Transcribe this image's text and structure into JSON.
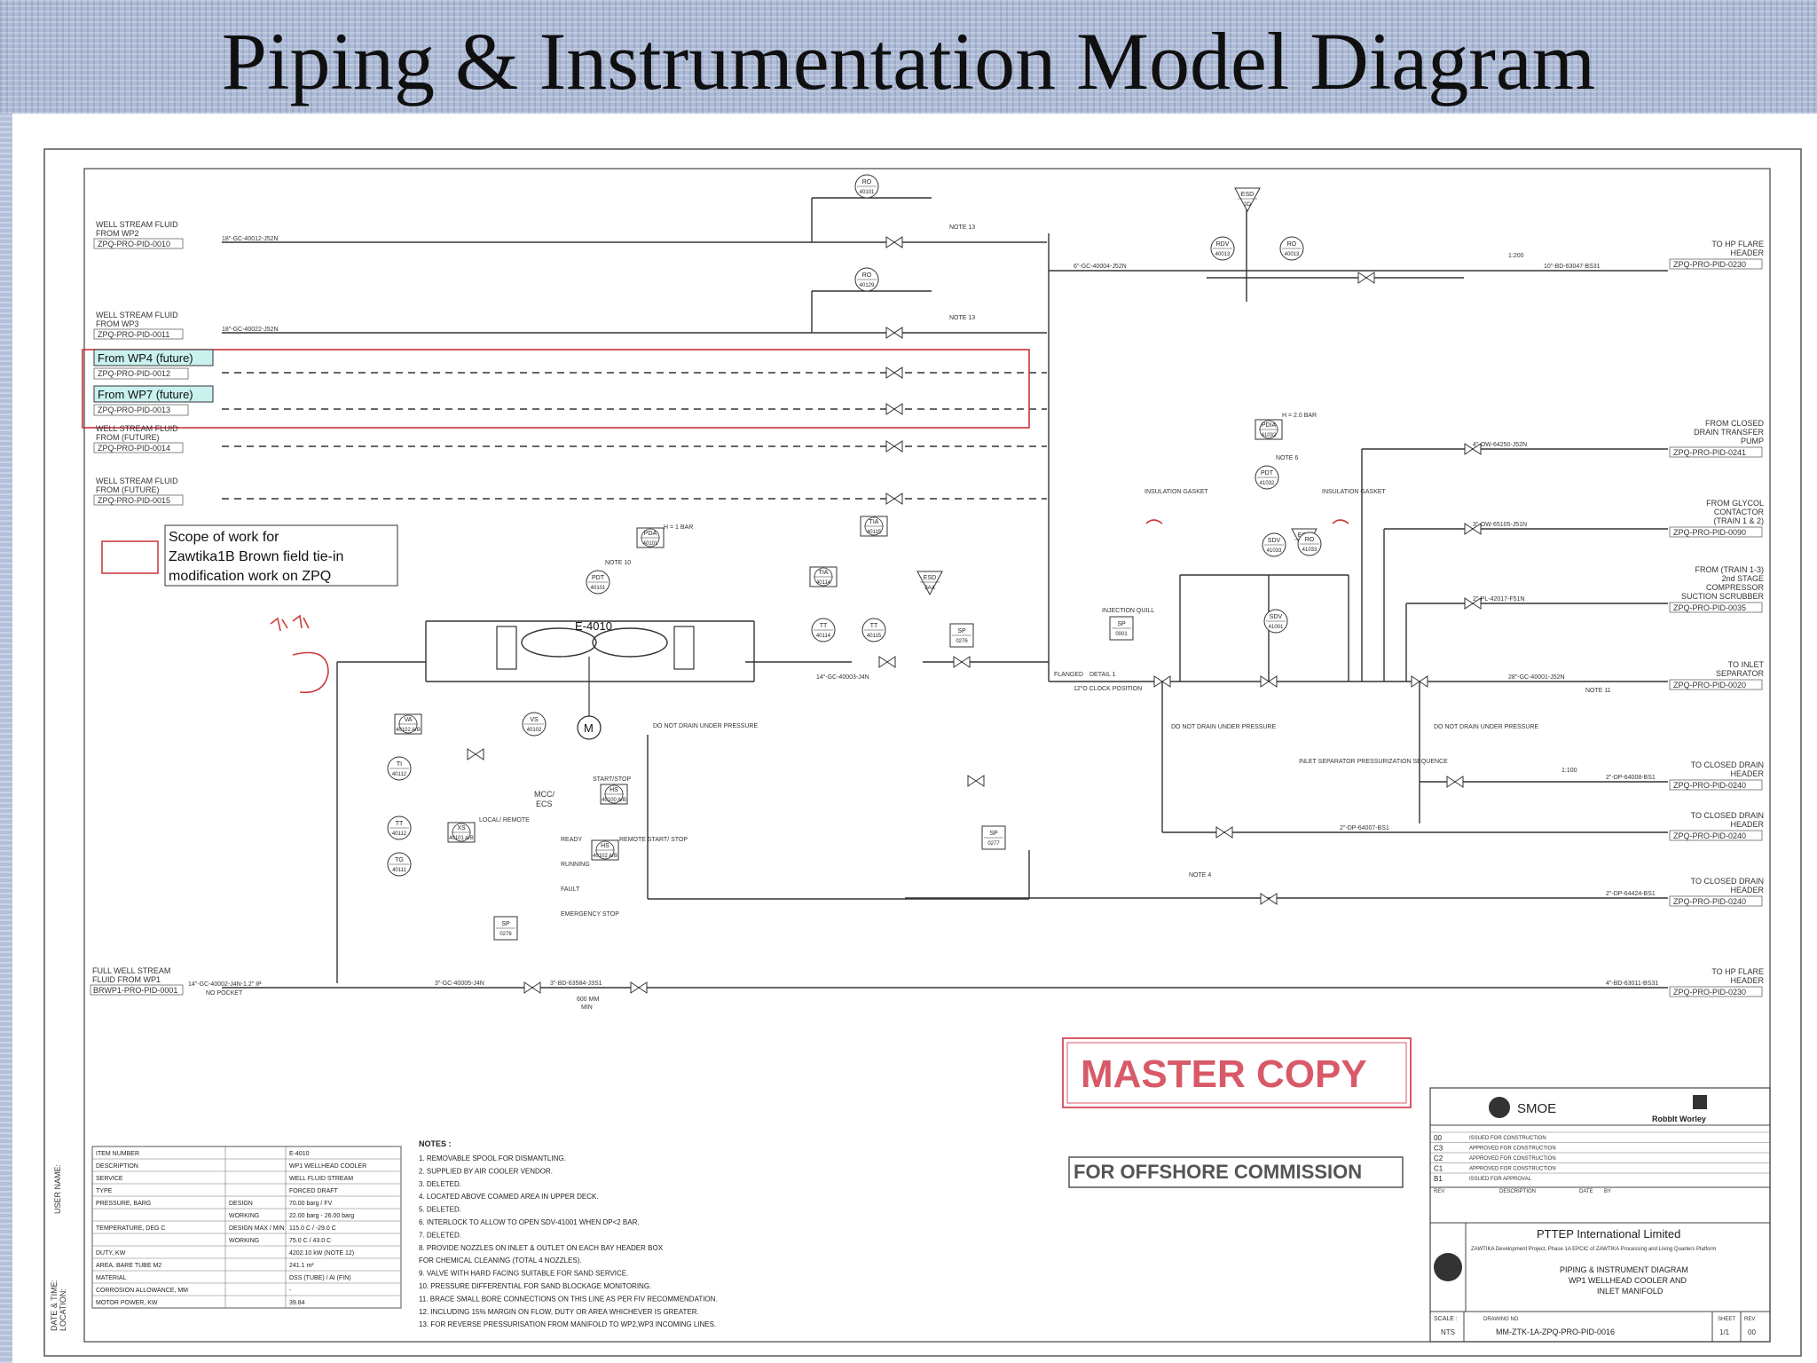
{
  "slide": {
    "title": "Piping & Instrumentation Model Diagram"
  },
  "colors": {
    "highlight_red": "#c8333a",
    "label_fill": "#c9f2ef",
    "stamp_red": "#d85a68",
    "line": "#333333"
  },
  "inlets": [
    {
      "label": "WELL STREAM FLUID",
      "label2": "FROM WP2",
      "ref": "ZPQ-PRO-PID-0010",
      "line": "18\"-GC-40012-J52N"
    },
    {
      "label": "WELL STREAM FLUID",
      "label2": "FROM WP3",
      "ref": "ZPQ-PRO-PID-0011",
      "line": "18\"-GC-40022-J52N"
    },
    {
      "label": "WELL STREAM FLUID",
      "label2": "FROM (FUTURE)",
      "ref": "ZPQ-PRO-PID-0014",
      "line": ""
    },
    {
      "label": "WELL STREAM FLUID",
      "label2": "FROM (FUTURE)",
      "ref": "ZPQ-PRO-PID-0015",
      "line": ""
    }
  ],
  "future_inlets": [
    {
      "label": "From WP4 (future)",
      "ref": "ZPQ-PRO-PID-0012"
    },
    {
      "label": "From WP7 (future)",
      "ref": "ZPQ-PRO-PID-0013"
    }
  ],
  "scope_legend": {
    "line1": "Scope of work for",
    "line2": "Zawtika1B Brown field tie-in",
    "line3": "modification work on ZPQ"
  },
  "outlets": [
    {
      "l1": "TO HP FLARE",
      "l2": "HEADER",
      "l3": "",
      "l4": "",
      "ref": "ZPQ-PRO-PID-0230"
    },
    {
      "l1": "FROM CLOSED",
      "l2": "DRAIN TRANSFER",
      "l3": "PUMP",
      "l4": "",
      "ref": "ZPQ-PRO-PID-0241"
    },
    {
      "l1": "FROM GLYCOL",
      "l2": "CONTACTOR",
      "l3": "(TRAIN 1 & 2)",
      "l4": "",
      "ref": "ZPQ-PRO-PID-0090"
    },
    {
      "l1": "FROM (TRAIN 1-3)",
      "l2": "2nd STAGE",
      "l3": "COMPRESSOR",
      "l4": "SUCTION SCRUBBER",
      "ref": "ZPQ-PRO-PID-0035"
    },
    {
      "l1": "TO INLET",
      "l2": "SEPARATOR",
      "l3": "",
      "l4": "",
      "ref": "ZPQ-PRO-PID-0020"
    },
    {
      "l1": "TO CLOSED DRAIN",
      "l2": "HEADER",
      "l3": "",
      "l4": "",
      "ref": "ZPQ-PRO-PID-0240"
    },
    {
      "l1": "TO CLOSED DRAIN",
      "l2": "HEADER",
      "l3": "",
      "l4": "",
      "ref": "ZPQ-PRO-PID-0240"
    },
    {
      "l1": "TO CLOSED DRAIN",
      "l2": "HEADER",
      "l3": "",
      "l4": "",
      "ref": "ZPQ-PRO-PID-0240"
    },
    {
      "l1": "TO HP FLARE",
      "l2": "HEADER",
      "l3": "",
      "l4": "",
      "ref": "ZPQ-PRO-PID-0230"
    }
  ],
  "wp1": {
    "l1": "FULL WELL STREAM",
    "l2": "FLUID FROM WP1",
    "ref": "BRWP1-PRO-PID-0001",
    "line": "14\"-GC-40002-J4N-1.2\" IP",
    "note": "NO POCKET"
  },
  "equipment": {
    "tag": "E-4010",
    "motor": "M"
  },
  "instruments": [
    {
      "a": "RO",
      "b": "40101"
    },
    {
      "a": "RO",
      "b": "40129"
    },
    {
      "a": "ESD",
      "b": "3D"
    },
    {
      "a": "RDV",
      "b": "40013"
    },
    {
      "a": "RO",
      "b": "40013"
    },
    {
      "a": "PDA",
      "b": "40101"
    },
    {
      "a": "PDT",
      "b": "40101"
    },
    {
      "a": "TIA",
      "b": "40115"
    },
    {
      "a": "TIA",
      "b": "40114"
    },
    {
      "a": "TT",
      "b": "40114"
    },
    {
      "a": "TT",
      "b": "40115"
    },
    {
      "a": "ESD",
      "b": "3AA"
    },
    {
      "a": "SP",
      "b": "0276"
    },
    {
      "a": "PDT",
      "b": "41032"
    },
    {
      "a": "SDV",
      "b": "41033"
    },
    {
      "a": "SDV",
      "b": "41001"
    },
    {
      "a": "ESD",
      "b": "3BA"
    },
    {
      "a": "SP",
      "b": "0001"
    },
    {
      "a": "RO",
      "b": "41033"
    },
    {
      "a": "PDIA",
      "b": "41032"
    },
    {
      "a": "TI",
      "b": "40112"
    },
    {
      "a": "TT",
      "b": "40112"
    },
    {
      "a": "TG",
      "b": "40111"
    },
    {
      "a": "VA",
      "b": "40102 A/B"
    },
    {
      "a": "VS",
      "b": "40102"
    },
    {
      "a": "HS",
      "b": "40100 A/B"
    },
    {
      "a": "XS",
      "b": "40101 A/B"
    },
    {
      "a": "HS",
      "b": "40102 A/B"
    },
    {
      "a": "SP",
      "b": "0277"
    },
    {
      "a": "SP",
      "b": "0276"
    }
  ],
  "annotations": {
    "e4010_label": "E-4010",
    "mcc": "MCC/",
    "ecs": "ECS",
    "local_remote": "LOCAL/ REMOTE",
    "ready": "READY",
    "running": "RUNNING",
    "fault": "FAULT",
    "emergency_stop": "EMERGENCY STOP",
    "start_stop": "START/STOP",
    "remote_start_stop": "REMOTE START/ STOP",
    "injection_quill": "INJECTION QUILL",
    "clock_pos": "12\"O CLOCK POSITION",
    "flanged": "FLANGED",
    "detail": "DETAIL 1",
    "do_not_drain": "DO NOT DRAIN UNDER PRESSURE",
    "insulation_gasket": "INSULATION GASKET",
    "inlet_separator_seq": "INLET SEPARATOR PRESSURIZATION SEQUENCE",
    "h_1bar": "H = 1 BAR",
    "h_20bar": "H = 2.0 BAR",
    "note11": "NOTE 11",
    "note13": "NOTE 13",
    "note4": "NOTE 4",
    "note6": "NOTE 6",
    "note10": "NOTE 10",
    "line_6gc": "6\"-GC-40004-J52N",
    "line_10bd": "10\"-BD-63047-BS31",
    "line_28gc": "28\"-GC-40001-J52N",
    "line_4ow": "4\"-OW-64250-J52N",
    "line_3ow": "3\"-OW-65105-J51N",
    "line_2pl": "2\"-PL-42017-F51N",
    "line_2dp1": "2\"-DP-64008-BS1",
    "line_2dp2": "2\"-DP-64007-BS1",
    "line_2dp3": "2\"-DP-64424-BS1",
    "line_4bd": "4\"-BD-63011-BS31",
    "line_3gc": "3\"-GC-40005-J4N",
    "line_3bd": "3\"-BD-63584-J3S1",
    "line_14gc": "14\"-GC-40003-J4N",
    "mm600": "600 MM",
    "min": "MIN",
    "ratio": "1:200",
    "ratio2": "1:100"
  },
  "stamp_master": "MASTER COPY",
  "stamp_offshore": "FOR OFFSHORE COMMISSION",
  "data_table": [
    [
      "ITEM NUMBER",
      "",
      "E-4010"
    ],
    [
      "DESCRIPTION",
      "",
      "WP1 WELLHEAD COOLER"
    ],
    [
      "SERVICE",
      "",
      "WELL FLUID STREAM"
    ],
    [
      "TYPE",
      "",
      "FORCED DRAFT"
    ],
    [
      "PRESSURE, BARG",
      "DESIGN",
      "70.00 barg / FV"
    ],
    [
      "",
      "WORKING",
      "22.00 barg - 26.00 barg"
    ],
    [
      "TEMPERATURE, DEG C",
      "DESIGN MAX / MIN",
      "115.0 C / -29.0 C"
    ],
    [
      "",
      "WORKING",
      "75.0 C / 43.0 C"
    ],
    [
      "DUTY, KW",
      "",
      "4202.10 kW (NOTE 12)"
    ],
    [
      "AREA, BARE TUBE M2",
      "",
      "241.1 m²"
    ],
    [
      "MATERIAL",
      "",
      "DSS (TUBE) / AI (FIN)"
    ],
    [
      "CORROSION ALLOWANCE, MM",
      "",
      "-"
    ],
    [
      "MOTOR POWER, KW",
      "",
      "39.84"
    ]
  ],
  "notes_title": "NOTES :",
  "notes": [
    "1. REMOVABLE SPOOL FOR DISMANTLING.",
    "2. SUPPLIED BY AIR COOLER VENDOR.",
    "3. DELETED.",
    "4. LOCATED ABOVE COAMED AREA IN UPPER DECK.",
    "5. DELETED.",
    "6. INTERLOCK TO ALLOW TO OPEN SDV-41001 WHEN DP<2 BAR.",
    "7. DELETED.",
    "8. PROVIDE NOZZLES ON INLET & OUTLET ON EACH BAY HEADER BOX",
    "    FOR CHEMICAL CLEANING (TOTAL 4 NOZZLES).",
    "9. VALVE WITH HARD FACING SUITABLE FOR SAND SERVICE.",
    "10. PRESSURE DIFFERENTIAL FOR SAND BLOCKAGE MONITORING.",
    "11. BRACE SMALL BORE CONNECTIONS ON THIS LINE AS PER FIV RECOMMENDATION.",
    "12. INCLUDING 15% MARGIN ON FLOW, DUTY OR AREA WHICHEVER IS GREATER.",
    "13. FOR REVERSE PRESSURISATION FROM MANIFOLD TO WP2,WP3 INCOMING LINES."
  ],
  "sidebar_labels": {
    "user": "USER NAME:",
    "date": "DATE & TIME:",
    "location": "LOCATION:"
  },
  "title_block": {
    "smoe": "SMOE",
    "rw": "RobbIt Worley",
    "revisions": [
      [
        "00",
        "ISSUED FOR CONSTRUCTION"
      ],
      [
        "C3",
        "APPROVED FOR CONSTRUCTION"
      ],
      [
        "C2",
        "APPROVED FOR CONSTRUCTION"
      ],
      [
        "C1",
        "APPROVED FOR CONSTRUCTION"
      ],
      [
        "B1",
        "ISSUED FOR APPROVAL"
      ]
    ],
    "header_rev": "REV",
    "header_desc": "DESCRIPTION",
    "header_date": "DATE",
    "header_by": "BY",
    "company": "PTTEP International Limited",
    "project": "ZAWTIKA Development Project, Phase 1A EPCIC of ZAWTIKA Processing and Living Quarters Platform",
    "drawing_title1": "PIPING & INSTRUMENT DIAGRAM",
    "drawing_title2": "WP1 WELLHEAD COOLER AND",
    "drawing_title3": "INLET MANIFOLD",
    "scale_label": "SCALE :",
    "scale": "NTS",
    "drawing_no_label": "DRAWING NO",
    "drawing_no": "MM-ZTK-1A-ZPQ-PRO-PID-0016",
    "sheet_label": "SHEET",
    "sheet": "1/1",
    "rev_label": "REV",
    "rev": "00"
  }
}
